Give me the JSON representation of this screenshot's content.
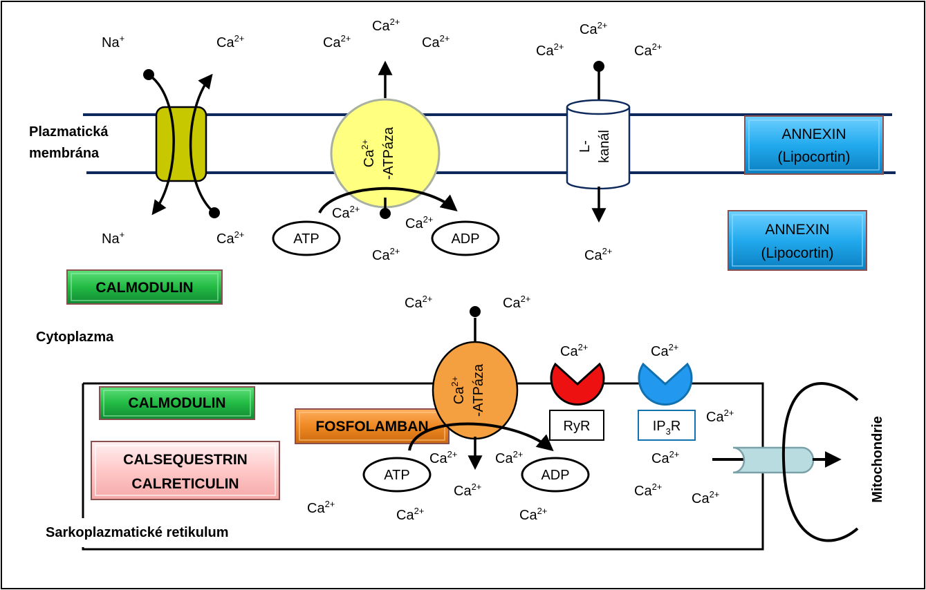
{
  "membrane": {
    "line1": "Plazmatická",
    "line2": "membrána"
  },
  "cytoplasm_label": "Cytoplazma",
  "sr_label": "Sarkoplazmatické retikulum",
  "mito_label": "Mitochondrie",
  "ion": {
    "na": "Na",
    "na_charge": "+",
    "ca": "Ca",
    "ca_charge": "2+"
  },
  "pmca": {
    "line2": "-ATPáza"
  },
  "serca": {
    "line2": "-ATPáza"
  },
  "lchannel": {
    "line1": "L-",
    "line2": "kanál"
  },
  "atp": "ATP",
  "adp": "ADP",
  "ryr": "RyR",
  "ip3r": {
    "prefix": "IP",
    "sub": "3",
    "suffix": "R"
  },
  "boxes": {
    "annexin_top": {
      "line1": "ANNEXIN",
      "line2": "(Lipocortin)"
    },
    "annexin_bottom": {
      "line1": "ANNEXIN",
      "line2": "(Lipocortin)"
    },
    "calmodulin_top": "CALMODULIN",
    "calmodulin_sr": "CALMODULIN",
    "fosfolamban": "FOSFOLAMBAN",
    "calsequestrin": {
      "line1": "CALSEQUESTRIN",
      "line2": "CALRETICULIN"
    }
  },
  "colors": {
    "membrane": "#0e2a5c",
    "exchanger": "#c8c800",
    "pmca": "#ffff80",
    "serca": "#f5a040",
    "ryr": "#ee1111",
    "ip3r": "#2299ee",
    "annexin": "#22aaee",
    "calmodulin": "#22bb44",
    "fosfolamban": "#ee8822",
    "calsequestrin": "#ffc0c0",
    "mito_channel": "#b8dce0"
  }
}
